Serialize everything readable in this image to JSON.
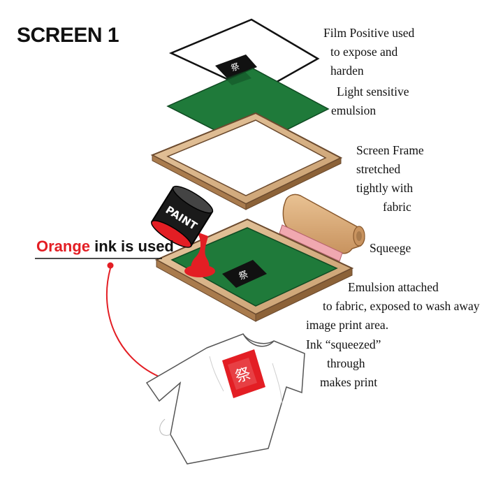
{
  "title": "SCREEN 1",
  "labels": {
    "film": [
      "Film Positive used",
      "to expose and",
      "harden"
    ],
    "emulsion": [
      "Light sensitive",
      "emulsion"
    ],
    "frame": [
      "Screen Frame",
      "stretched",
      "tightly with",
      "fabric"
    ],
    "squeegee": [
      "Squeege"
    ],
    "attached": [
      "Emulsion attached",
      "to fabric, exposed to wash away",
      "image print area."
    ],
    "ink": [
      "Ink “squeezed”",
      "through",
      "makes print"
    ]
  },
  "ink_label": {
    "word1": "Orange",
    "word2": "ink is used"
  },
  "paint_can_text": "PAINT",
  "colors": {
    "ink": "#e31e24",
    "emulsion": "#1f7a3a",
    "frame_wood": "#d9b48a",
    "frame_edge": "#6b4a2e",
    "squeegee": "#d8a472",
    "text": "#111111"
  }
}
